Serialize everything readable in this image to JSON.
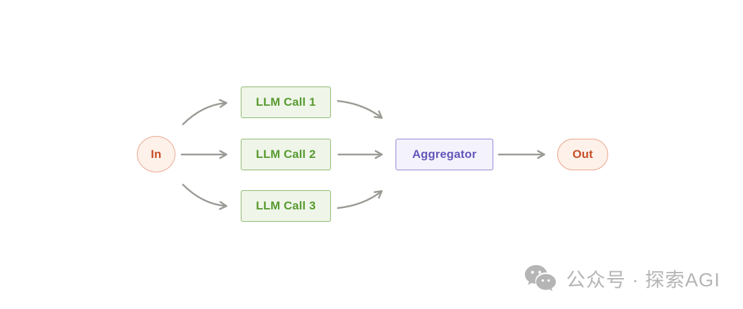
{
  "diagram": {
    "nodes": {
      "in": {
        "label": "In"
      },
      "llm_call_1": {
        "label": "LLM Call 1"
      },
      "llm_call_2": {
        "label": "LLM Call 2"
      },
      "llm_call_3": {
        "label": "LLM Call 3"
      },
      "aggregator": {
        "label": "Aggregator"
      },
      "out": {
        "label": "Out"
      }
    },
    "edges": [
      {
        "from": "In",
        "to": "LLM Call 1"
      },
      {
        "from": "In",
        "to": "LLM Call 2"
      },
      {
        "from": "In",
        "to": "LLM Call 3"
      },
      {
        "from": "LLM Call 1",
        "to": "Aggregator"
      },
      {
        "from": "LLM Call 2",
        "to": "Aggregator"
      },
      {
        "from": "LLM Call 3",
        "to": "Aggregator"
      },
      {
        "from": "Aggregator",
        "to": "Out"
      }
    ],
    "colors": {
      "terminal_fill": "#fdf1ea",
      "terminal_border": "#eaa78e",
      "terminal_text": "#c54e28",
      "llm_fill": "#eff5e9",
      "llm_border": "#8cb96c",
      "llm_text": "#569a2f",
      "aggregator_fill": "#f4f2fc",
      "aggregator_border": "#9287d5",
      "aggregator_text": "#6156b9",
      "arrow": "#9b9b96",
      "watermark": "#b5b5b5"
    }
  },
  "watermark": {
    "icon": "wechat-icon",
    "text": "公众号 · 探索AGI"
  }
}
